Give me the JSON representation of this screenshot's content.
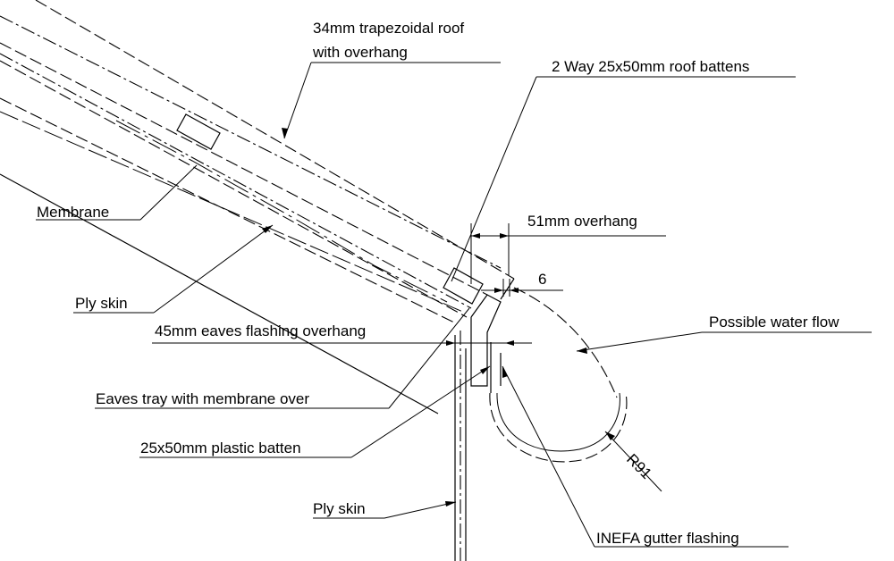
{
  "labels": {
    "roof": [
      "34mm trapezoidal roof",
      "with overhang"
    ],
    "battens": "2 Way 25x50mm roof battens",
    "membrane": "Membrane",
    "overhang": "51mm overhang",
    "gap": "6",
    "ply_skin_top": "Ply skin",
    "water_flow": "Possible water flow",
    "eaves_overhang": "45mm eaves flashing overhang",
    "eaves_tray": "Eaves tray with membrane over",
    "plastic_batten": "25x50mm plastic batten",
    "radius": "R91",
    "ply_skin_bottom": "Ply skin",
    "gutter_flashing": "INEFA gutter flashing"
  }
}
